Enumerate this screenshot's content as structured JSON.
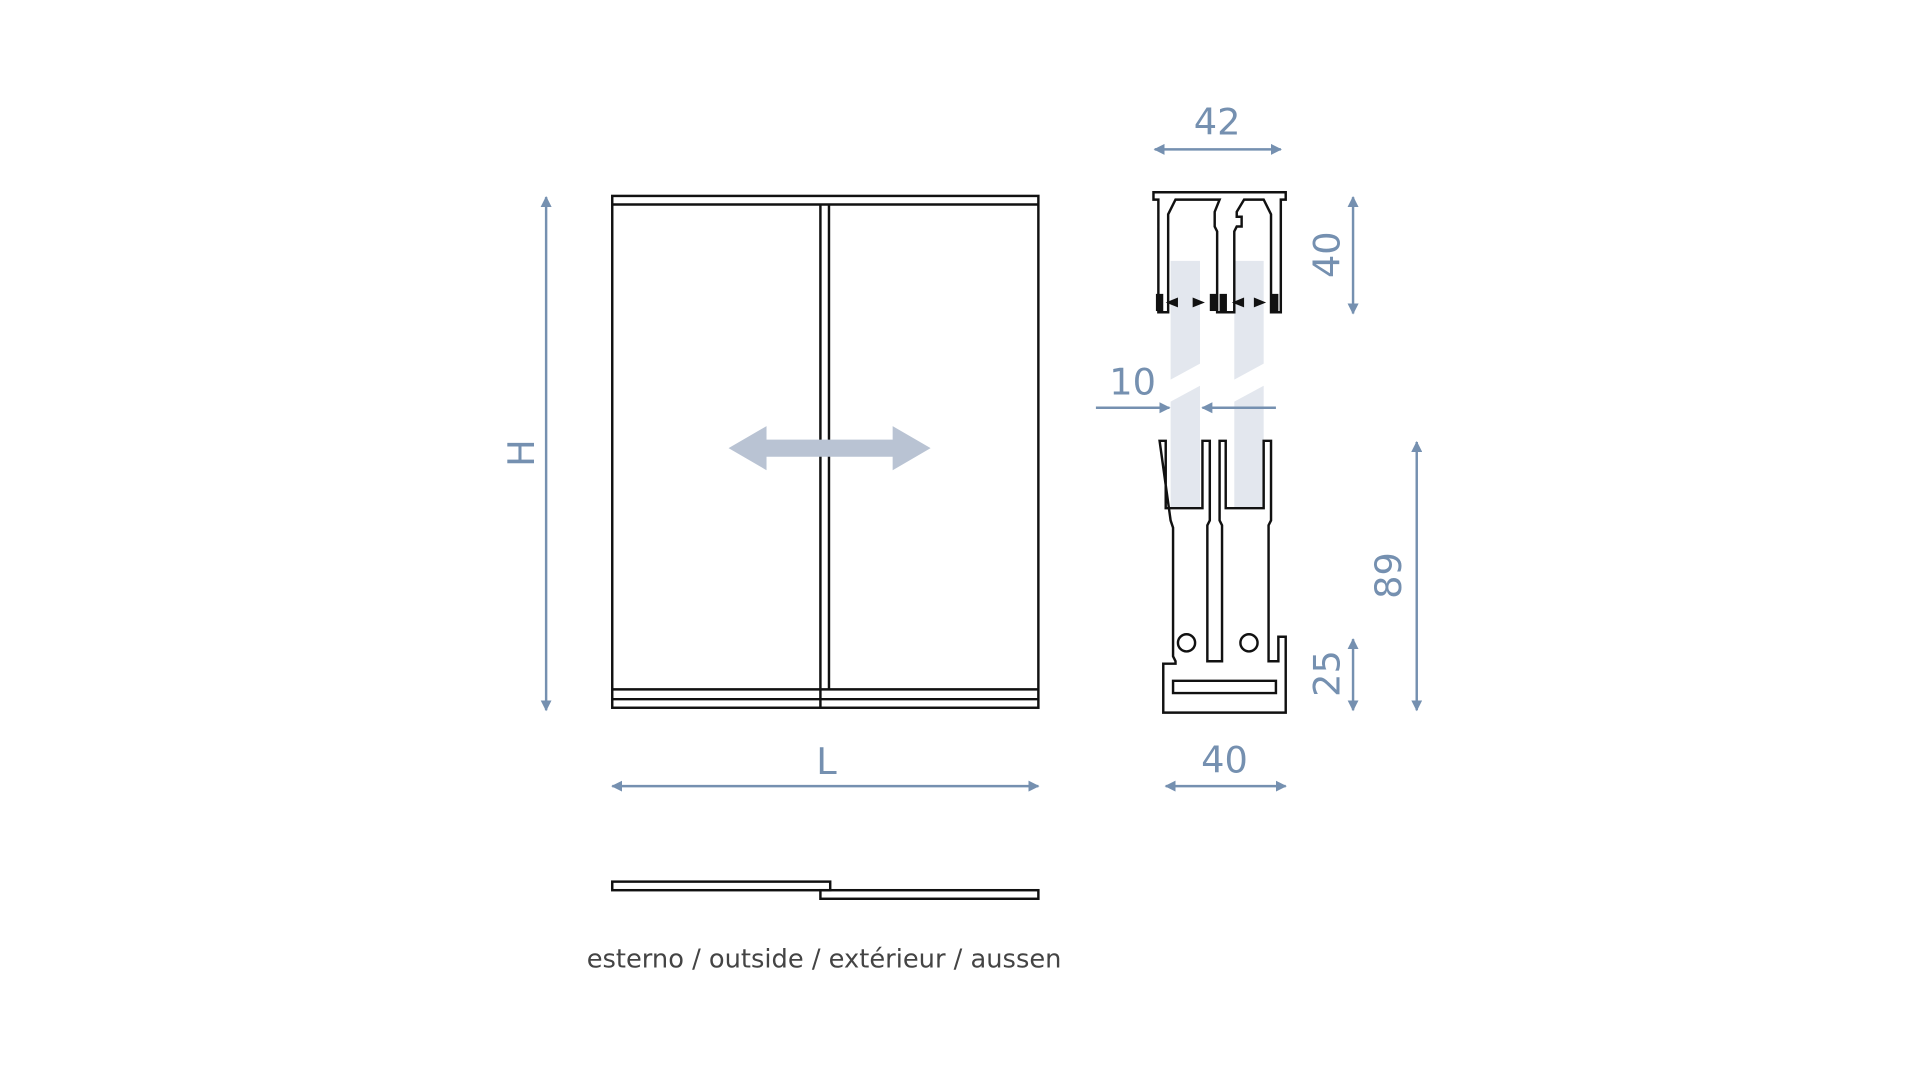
{
  "colors": {
    "dimension": "#7590b0",
    "glass": "#e3e7ee",
    "slide_arrow": "#b9c3d3",
    "line": "#111111"
  },
  "front_view": {
    "height_label": "H",
    "width_label": "L"
  },
  "profile": {
    "top_width": "42",
    "top_height": "40",
    "glass_thickness": "10",
    "bottom_height": "89",
    "bottom_base_height": "25",
    "bottom_width": "40"
  },
  "caption": "esterno / outside / extérieur / aussen"
}
